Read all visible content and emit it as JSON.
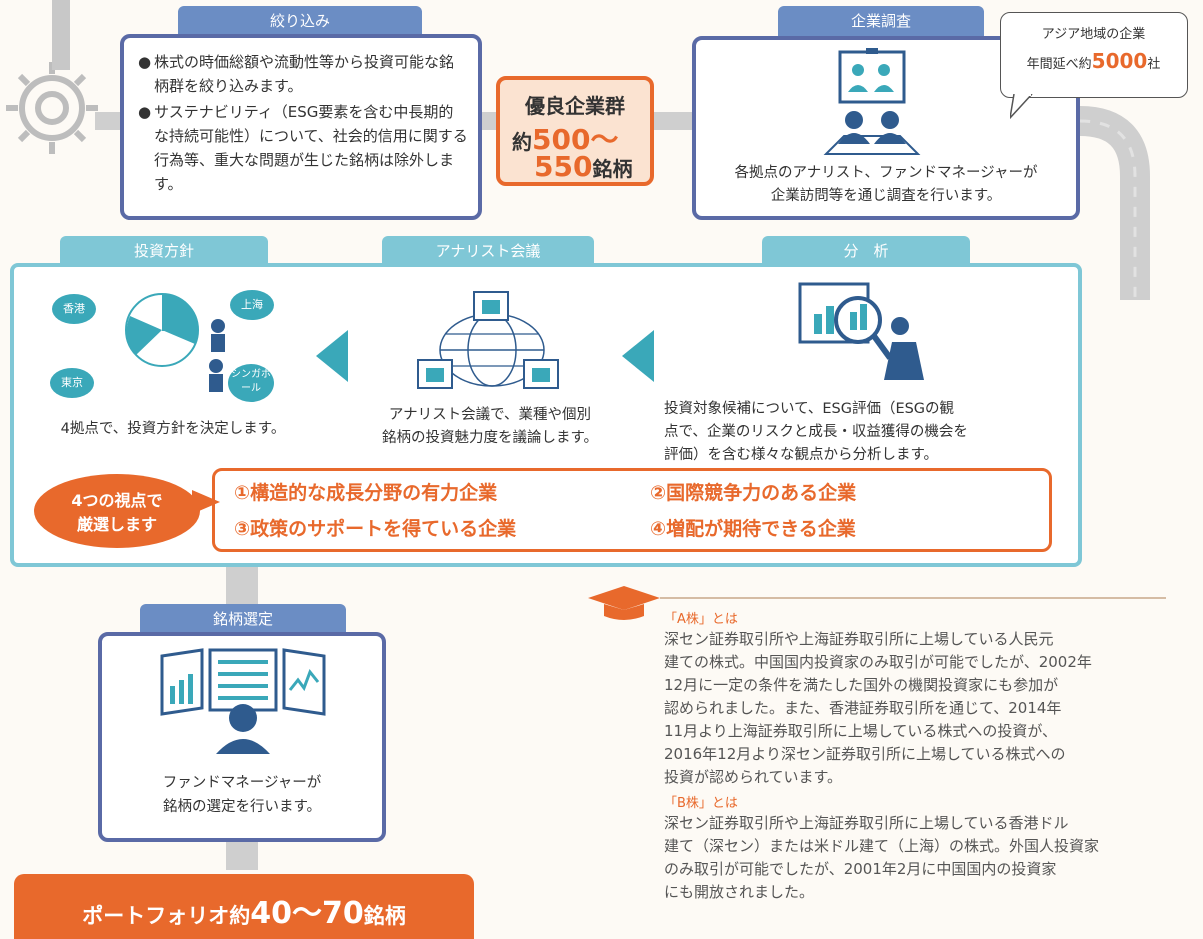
{
  "narrow": {
    "tag": "絞り込み",
    "bullets": [
      "株式の時価総額や流動性等から投資可能な銘柄群を絞り込みます。",
      "サステナビリティ（ESG要素を含む中長期的な持続可能性）について、社会的信用に関する行為等、重大な問題が生じた銘柄は除外します。"
    ]
  },
  "universe": {
    "line1": "優良企業群",
    "line2_prefix": "約",
    "line2_num": "500～",
    "line3_num": "550",
    "line3_suffix": "銘柄"
  },
  "research": {
    "tag": "企業調査",
    "text1": "各拠点のアナリスト、ファンドマネージャーが",
    "text2": "企業訪問等を通じ調査を行います。"
  },
  "callout": {
    "line1": "アジア地域の企業",
    "line2_prefix": "年間延べ約",
    "line2_num": "5000",
    "line2_suffix": "社"
  },
  "policy": {
    "tag": "投資方針",
    "cities": [
      "香港",
      "上海",
      "東京",
      "シンガポール"
    ],
    "text": "4拠点で、投資方針を決定します。"
  },
  "meeting": {
    "tag": "アナリスト会議",
    "text1": "アナリスト会議で、業種や個別",
    "text2": "銘柄の投資魅力度を議論します。"
  },
  "analysis": {
    "tag": "分　析",
    "text1": "投資対象候補について、ESG評価（ESGの観",
    "text2": "点で、企業のリスクと成長・収益獲得の機会を",
    "text3": "評価）を含む様々な観点から分析します。"
  },
  "criteria": {
    "badge1": "4つの視点で",
    "badge2": "厳選します",
    "items": [
      "①構造的な成長分野の有力企業",
      "②国際競争力のある企業",
      "③政策のサポートを得ている企業",
      "④増配が期待できる企業"
    ]
  },
  "selection": {
    "tag": "銘柄選定",
    "text1": "ファンドマネージャーが",
    "text2": "銘柄の選定を行います。"
  },
  "portfolio": {
    "prefix": "ポートフォリオ約",
    "num": "40～70",
    "suffix": "銘柄"
  },
  "notes": {
    "a_head": "「A株」とは",
    "a_lines": [
      "深セン証券取引所や上海証券取引所に上場している人民元",
      "建ての株式。中国国内投資家のみ取引が可能でしたが、2002年",
      "12月に一定の条件を満たした国外の機関投資家にも参加が",
      "認められました。また、香港証券取引所を通じて、2014年",
      "11月より上海証券取引所に上場している株式への投資が、",
      "2016年12月より深セン証券取引所に上場している株式への",
      "投資が認められています。"
    ],
    "b_head": "「B株」とは",
    "b_lines": [
      "深セン証券取引所や上海証券取引所に上場している香港ドル",
      "建て（深セン）または米ドル建て（上海）の株式。外国人投資家",
      "のみ取引が可能でしたが、2001年2月に中国国内の投資家",
      "にも開放されました。"
    ]
  },
  "colors": {
    "navy": "#5a6aa6",
    "teal": "#7fc7d6",
    "orange": "#e8692c"
  }
}
